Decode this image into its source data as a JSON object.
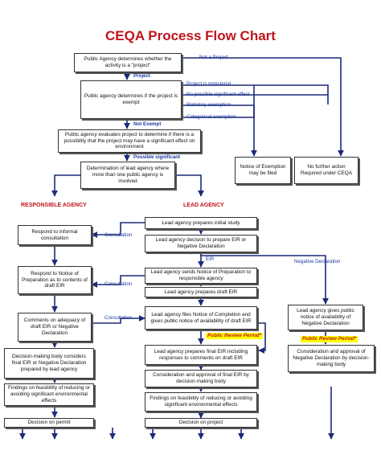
{
  "title": "CEQA Process Flow Chart",
  "colors": {
    "line": "#1c2a7a",
    "label": "#1c3aa0",
    "accent": "#c0141c",
    "highlight": "#ffff00"
  },
  "boxes": {
    "determines_project": "Public Agency determines whether the activity is a \"project\"",
    "exempt_check": "Public agency determines if the project is exempt",
    "evaluates": "Public agency evaluates project to determine if there is a possibility that the project may have a significant effect on environment",
    "lead_agency_determination": "Determination of lead agency where more than one public agency is involved",
    "notice_exemption": "Notice of Exemption may be filed",
    "no_further_action": "No further action Required under CEQA",
    "prepares_initial_study": "Lead agency prepares initial study",
    "respond_consultation": "Respond to informal consultation",
    "decision_eir_or_nd": "Lead agency decision to prepare EIR or Negative Declaration",
    "sends_nop": "Lead agency sends Notice of Preparation to responsible agency",
    "respond_nop": "Respond to Notice of Preparation as to contents of draft EIR",
    "prepares_draft_eir": "Lead agency prepares draft EIR",
    "files_noc": "Lead agency files Notice of Completion and gives public notice of availability of draft EIR",
    "comments_adequacy": "Comments on adequacy of draft EIR or Negative Declaration",
    "public_notice_nd": "Lead agency gives public notice of availability of Negative Declaration",
    "prepares_final_eir": "Lead agency prepares final EIR including responses to comments on draft EIR",
    "decision_making_body_considers": "Decision-making body considers final EIR or Negative Declaration prepared by lead agency",
    "consideration_approval_final": "Consideration and approval of final EIR by decision-making body",
    "consideration_approval_nd": "Consideration and approval of Negative Declaration by decision-making body",
    "findings_left": "Findings on feasibility of reducing or avoiding significant environmental effects",
    "findings_center": "Findings on feasibility of reducing or avoiding significant environmental effects",
    "decision_permit": "Decision on permit",
    "decision_project": "Decision on project"
  },
  "labels": {
    "not_a_project": "Not a Project",
    "project": "Project",
    "ministerial": "Project is ministerial",
    "no_significant_effect": "No possible significant effect",
    "statutory_exemption": "Statutory exemption",
    "categorical_exemption": "Categorical exemption",
    "not_exempt": "Not Exempt",
    "possible_significant": "Possible significant",
    "responsible_agency": "RESPONSIBLE AGENCY",
    "lead_agency": "LEAD AGENCY",
    "consultation_1": "Consultation",
    "consultation_2": "Consultation",
    "consultation_3": "Consultation",
    "eir": "EIR",
    "negative_declaration": "Negative Declaration",
    "public_review_center": "Public Review Period*",
    "public_review_right": "Public Review Period*"
  }
}
